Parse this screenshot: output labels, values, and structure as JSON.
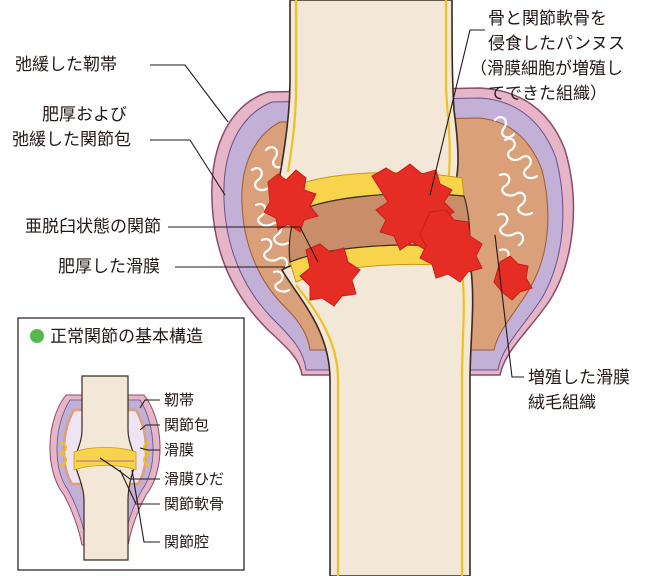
{
  "main_labels": {
    "lax_ligament": "弛緩した靭帯",
    "capsule_line1": "肥厚および",
    "capsule_line2": "弛緩した関節包",
    "subluxation": "亜脱臼状態の関節",
    "thick_synovium": "肥厚した滑膜",
    "pannus_line1": "骨と関節軟骨を",
    "pannus_line2": "侵食したパンヌス",
    "pannus_line3": "（滑膜細胞が増殖し",
    "pannus_line4": "てできた組織）",
    "villous_line1": "増殖した滑膜",
    "villous_line2": "絨毛組織"
  },
  "inset": {
    "title": "正常関節の基本構造",
    "labels": [
      "靭帯",
      "関節包",
      "滑膜",
      "滑膜ひだ",
      "関節軟骨",
      "関節腔"
    ]
  },
  "colors": {
    "bone": "#f3e7d8",
    "bone_outline": "#3a2a1e",
    "cartilage": "#f7d44c",
    "synovium": "#d9a079",
    "capsule": "#c2b0d6",
    "ligament": "#e6b6c8",
    "pannus": "#e52d25",
    "inset_title_dot": "#55b94c"
  }
}
